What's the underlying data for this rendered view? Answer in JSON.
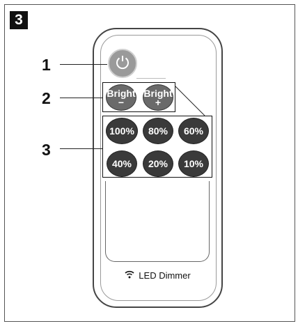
{
  "step_number": "3",
  "callouts": [
    "1",
    "2",
    "3"
  ],
  "bright_buttons": [
    {
      "label": "Bright",
      "symbol": "−"
    },
    {
      "label": "Bright",
      "symbol": "+"
    }
  ],
  "percent_buttons": [
    "100%",
    "80%",
    "60%",
    "40%",
    "20%",
    "10%"
  ],
  "brand_label": "LED Dimmer",
  "icons": {
    "power": "power-icon",
    "wireless": "wifi-icon"
  }
}
